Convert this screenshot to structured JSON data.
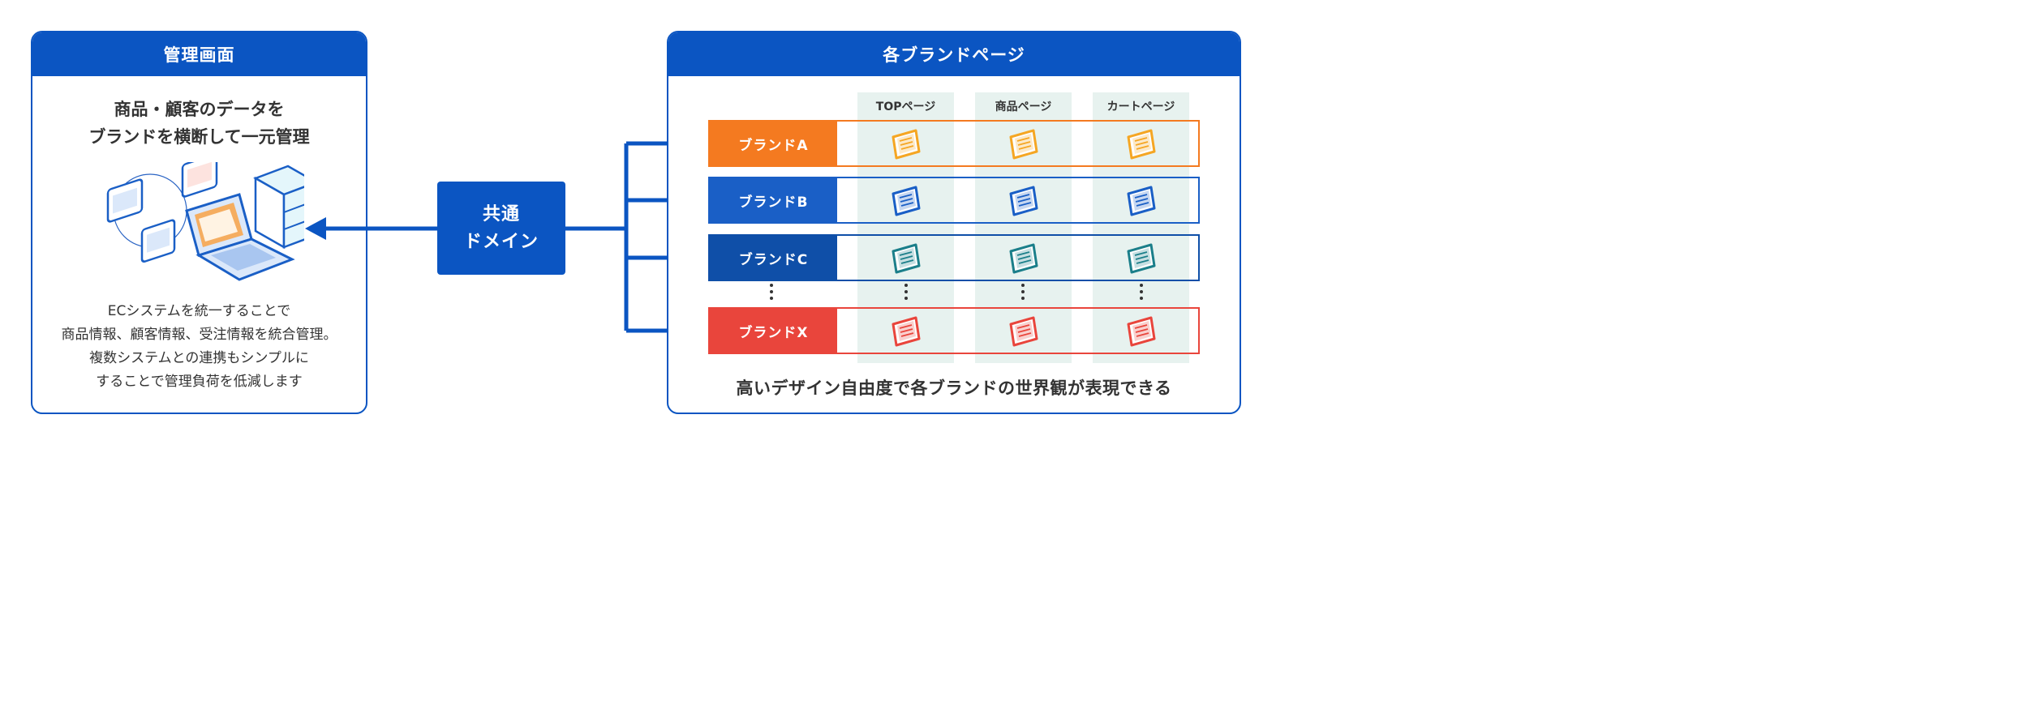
{
  "left_panel": {
    "header": "管理画面",
    "title_lines": [
      "商品・顧客のデータを",
      "ブランドを横断して一元管理"
    ],
    "body_lines": [
      "ECシステムを統一することで",
      "商品情報、顧客情報、受注情報を統合管理。",
      "複数システムとの連携もシンプルに",
      "することで管理負荷を低減します"
    ]
  },
  "center": {
    "lines": [
      "共通",
      "ドメイン"
    ]
  },
  "right_panel": {
    "header": "各ブランドページ",
    "columns": [
      "TOPページ",
      "商品ページ",
      "カートページ"
    ],
    "brands": [
      {
        "label": "ブランドA",
        "color": "#f47a20"
      },
      {
        "label": "ブランドB",
        "color": "#1a5fc6"
      },
      {
        "label": "ブランドC",
        "color": "#0f4fa8"
      },
      {
        "label": "ブランドX",
        "color": "#e9453c"
      }
    ],
    "icon_colors": {
      "A": "#f5a623",
      "B": "#1a5fc6",
      "C": "#1b7f8a",
      "X": "#e9453c"
    },
    "footer": "高いデザイン自由度で各ブランドの世界観が表現できる"
  },
  "colors": {
    "primary": "#0b55c2",
    "column_bg": "#e7f2ef"
  },
  "icons": [
    "laptop-server-illustration",
    "arrow-left",
    "arrow-right",
    "page-icon",
    "vertical-ellipsis"
  ]
}
